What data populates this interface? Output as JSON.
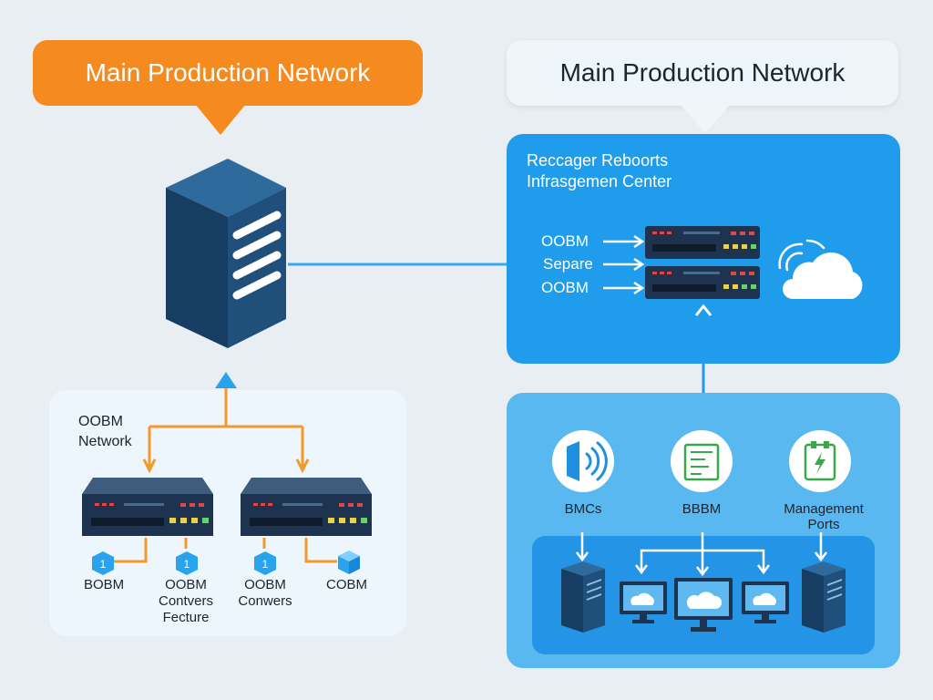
{
  "callouts": {
    "left_title": "Main Production Network",
    "right_title": "Main Production Network"
  },
  "center_panel": {
    "title_line1": "Reccager Reboorts",
    "title_line2": "Infrasgemen Center",
    "arrow_labels": [
      "OOBM",
      "Separe",
      "OOBM"
    ]
  },
  "oobm_panel": {
    "title_line1": "OOBM",
    "title_line2": "Network",
    "bottom_labels": [
      "BOBM",
      "OOBM\nContvers\nFecture",
      "OOBM\nConwers",
      "COBM"
    ],
    "node_badges": [
      "1",
      "1",
      "1"
    ]
  },
  "management_panel": {
    "icon_labels": [
      "BMCs",
      "BBBM",
      "Management\nPorts"
    ]
  },
  "colors": {
    "orange": "#f58a1f",
    "blue_panel": "#1f9cec",
    "light_blue_panel": "#58b8ef",
    "server_navy": "#1f4f7a"
  }
}
